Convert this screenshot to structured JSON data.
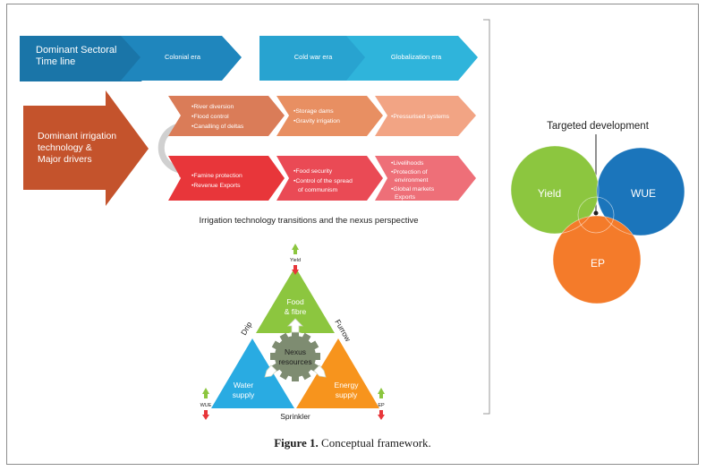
{
  "timeline": {
    "head_label_1": "Dominant Sectoral",
    "head_label_2": "Time line",
    "eras": [
      "Colonial era",
      "Cold war era",
      "Globalization era"
    ]
  },
  "technology": {
    "head_label_1": "Dominant irrigation",
    "head_label_2": "technology &",
    "head_label_3": "Major drivers",
    "tech_row": [
      [
        "•River diversion",
        "•Flood control",
        "•Canalling of deltas"
      ],
      [
        "•Storage dams",
        "•Gravity irrigation"
      ],
      [
        "•Pressurised systems"
      ]
    ],
    "driver_row": [
      [
        "•Famine protection",
        "•Revenue Exports"
      ],
      [
        "•Food security",
        "•Control of the spread",
        "of communism"
      ],
      [
        "•Livelihoods",
        "•Protection of",
        "environment",
        "•Global markets",
        "Exports"
      ]
    ]
  },
  "transitions_title": "Irrigation technology transitions and the nexus perspective",
  "nexus": {
    "food_label_1": "Food",
    "food_label_2": "& fibre",
    "water_label_1": "Water",
    "water_label_2": "supply",
    "energy_label_1": "Energy",
    "energy_label_2": "supply",
    "center_label_1": "Nexus",
    "center_label_2": "resources",
    "side_left": "Drip",
    "side_right": "Furrow",
    "side_bottom": "Sprinkler",
    "indicator_top": "Yield",
    "indicator_left": "WUE",
    "indicator_right": "EP"
  },
  "venn": {
    "title": "Targeted development",
    "yield": "Yield",
    "wue": "WUE",
    "ep": "EP"
  },
  "caption": {
    "figure_label": "Figure 1.",
    "text": " Conceptual framework."
  },
  "colors": {
    "timeline_blue": "#1a75a8",
    "timeline_light": "#28a3d0",
    "tech_orange": "#c4532c",
    "tech_row_1": "#da7c58",
    "tech_row_2": "#e88f62",
    "tech_row_3": "#f2a484",
    "driver_row_1": "#e8363a",
    "driver_row_2": "#ea4a55",
    "driver_row_3": "#ee6f78",
    "food_green": "#8cc63f",
    "water_blue": "#29abe2",
    "energy_orange": "#f7941d",
    "nexus_grey": "#7e8c71",
    "venn_yield": "#8cc63f",
    "venn_wue": "#1b75bb",
    "venn_ep": "#f47b2a"
  }
}
